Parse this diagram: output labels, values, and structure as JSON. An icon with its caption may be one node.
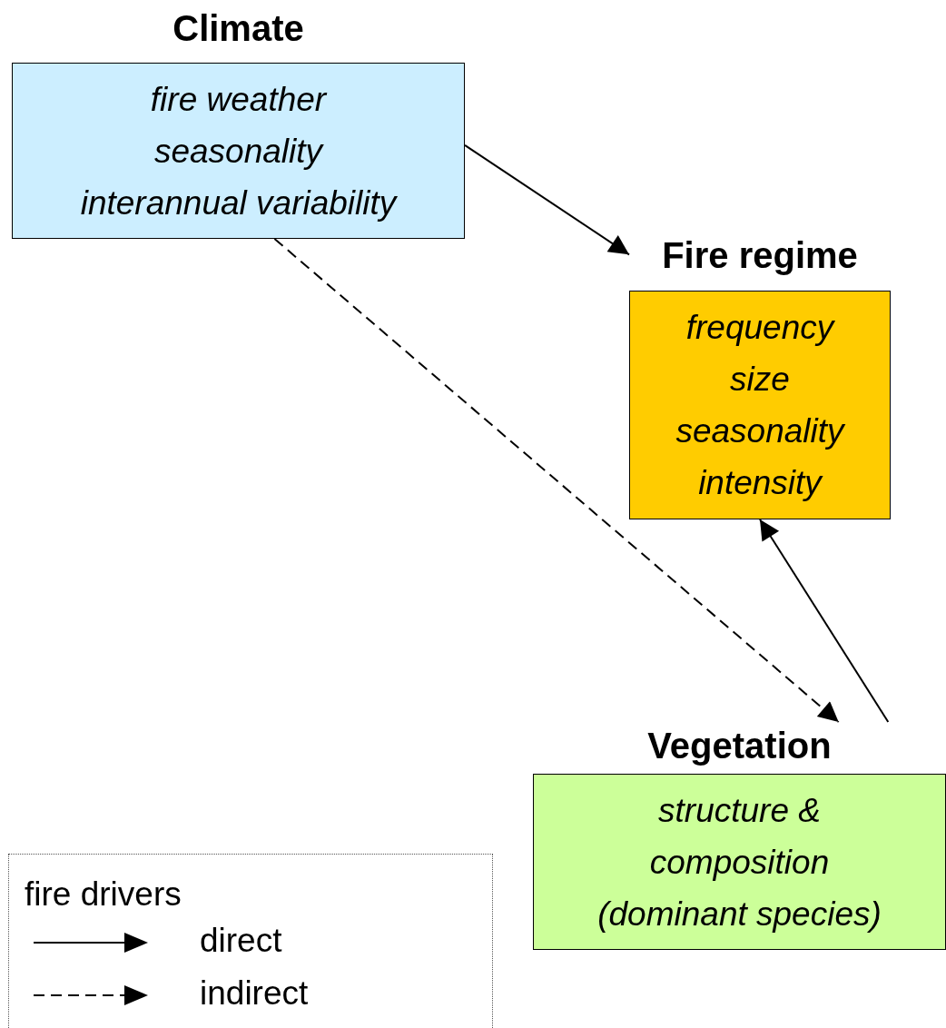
{
  "diagram": {
    "nodes": [
      {
        "text": [
          "Climate",
          "fire weather",
          "seasonality",
          "interannual variability"
        ]
      },
      {
        "text": [
          "Fire regime",
          "frequency",
          "size",
          "seasonality",
          "intensity"
        ]
      },
      {
        "text": [
          "Vegetation",
          "structure &",
          "composition",
          "(dominant species)"
        ]
      }
    ],
    "edges": [
      {
        "from": 0,
        "to": 1,
        "arrow": "to"
      },
      {
        "from": 0,
        "to": 2,
        "arrow": "to",
        "style": "dashed"
      },
      {
        "from": 2,
        "to": 1,
        "arrow": "to"
      }
    ],
    "labels": [
      "fire drivers"
    ],
    "legend": [
      {
        "text": "direct"
      },
      {
        "text": "indirect"
      }
    ]
  }
}
